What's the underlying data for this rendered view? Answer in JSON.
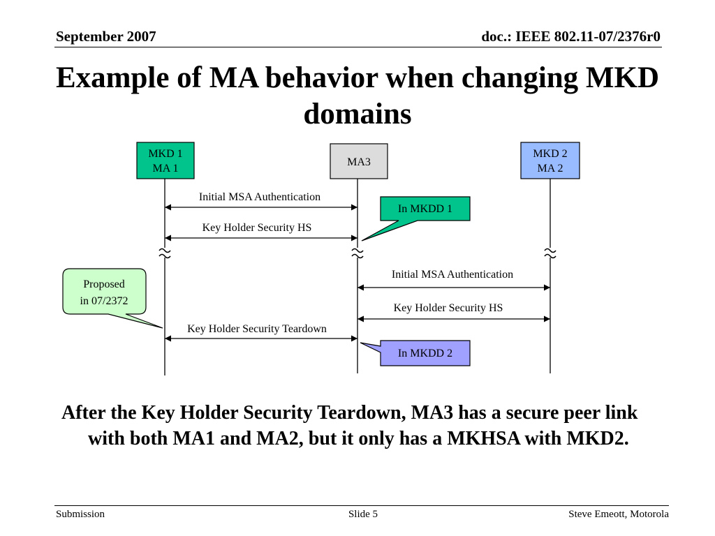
{
  "header": {
    "date": "September 2007",
    "doc_id": "doc.: IEEE 802.11-07/2376r0"
  },
  "title": "Example of MA behavior when changing MKD domains",
  "diagram": {
    "participants": [
      {
        "line1": "MKD 1",
        "line2": "MA 1",
        "color": "#00c48c"
      },
      {
        "line1": "MA3",
        "line2": "",
        "color": "#dcdcdc"
      },
      {
        "line1": "MKD 2",
        "line2": "MA 2",
        "color": "#99bbff"
      }
    ],
    "messages": [
      {
        "label": "Initial MSA Authentication"
      },
      {
        "label": "Key Holder Security HS"
      },
      {
        "label": "Initial MSA Authentication"
      },
      {
        "label": "Key Holder Security HS"
      },
      {
        "label": "Key Holder Security Teardown"
      }
    ],
    "callouts": {
      "mkdd1": {
        "text": "In MKDD 1",
        "color": "#00c48c"
      },
      "proposed": {
        "line1": "Proposed",
        "line2": "in 07/2372",
        "color": "#ccffcc"
      },
      "mkdd2": {
        "text": "In MKDD 2",
        "color": "#a0a0ff"
      }
    }
  },
  "body_text": "After the Key Holder Security Teardown, MA3 has a secure peer link with both MA1 and MA2, but it only has a MKHSA with MKD2.",
  "footer": {
    "left": "Submission",
    "center": "Slide 5",
    "right": "Steve Emeott, Motorola"
  }
}
